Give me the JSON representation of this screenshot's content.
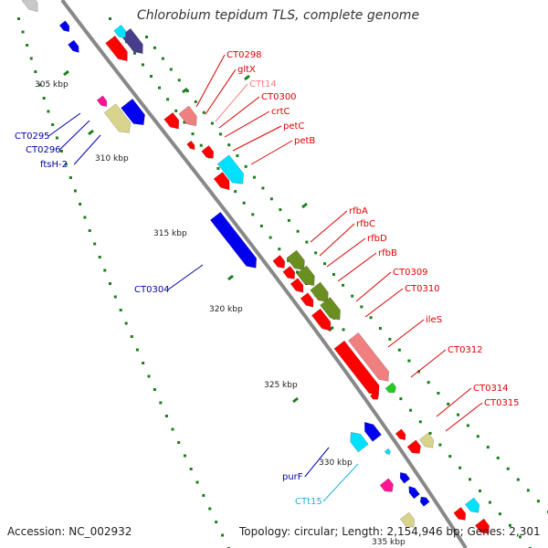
{
  "title": "Chlorobium tepidum TLS, complete genome",
  "footer": {
    "accession": "Accession: NC_002932",
    "summary": "Topology: circular; Length: 2,154,946 bp; Genes: 2,301"
  },
  "colors": {
    "backbone": "#888888",
    "tick": "#1a7f1a",
    "ruler_text": "#222222",
    "label_forward": "#dd0000",
    "label_reverse": "#0000aa",
    "label_trna": "#f08080",
    "label_cyan": "#20b0e0",
    "gene_red": "#ff0000",
    "gene_blue": "#0000ee",
    "gene_cyan": "#00e0ff",
    "gene_pink": "#f08080",
    "gene_olive": "#6b8e23",
    "gene_khaki": "#d8d48c",
    "gene_magenta": "#ff1493",
    "gene_green": "#22cc22",
    "gene_slate": "#483d8b",
    "gene_silver": "#c8c8c8"
  },
  "ruler_labels": [
    "305 kbp",
    "310 kbp",
    "315 kbp",
    "320 kbp",
    "325 kbp",
    "330 kbp",
    "335 kbp"
  ],
  "gene_labels_forward": [
    "CT0298",
    "gltX",
    "CTt14",
    "CT0300",
    "crtC",
    "petC",
    "petB",
    "rfbA",
    "rfbC",
    "rfbD",
    "rfbB",
    "CT0309",
    "CT0310",
    "ileS",
    "CT0312",
    "CT0314",
    "CT0315"
  ],
  "gene_labels_reverse": [
    "CT0295",
    "CT0296",
    "ftsH-2",
    "CT0304",
    "purF",
    "CTt15"
  ]
}
